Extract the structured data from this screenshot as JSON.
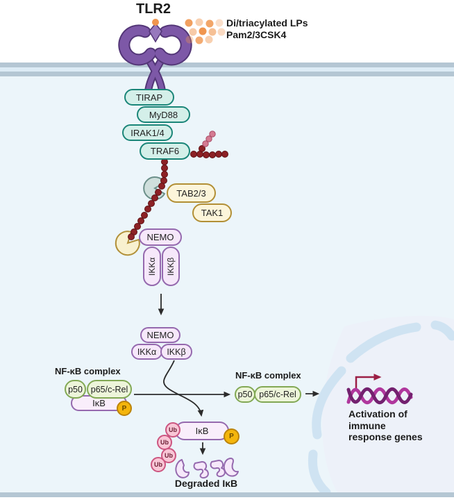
{
  "colors": {
    "bg_outside": "#ffffff",
    "cytoplasm": "#ecf5fa",
    "membrane_bar": "#b4c6d3",
    "membrane_inner": "#dcebf5",
    "teal_fill": "#d4efe9",
    "teal_border": "#1a8578",
    "tan_fill": "#fcf5da",
    "tan_border": "#b28f35",
    "purple_fill": "#f6e8fa",
    "purple_border": "#9569ae",
    "green_fill": "#edf5da",
    "green_border": "#82a854",
    "pink_fill": "#f9c6d6",
    "pink_border": "#cc5580",
    "phospho_fill": "#f4b50c",
    "phospho_border": "#bb8309",
    "bead_dark": "#8c2125",
    "bead_dark_edge": "#5f1215",
    "bead_pink": "#d47b92",
    "bead_pink_edge": "#a94b66",
    "receptor_purple": "#7d58a7",
    "receptor_outline": "#533677",
    "receptor_light": "#9779bd",
    "ligand_orange": "#f0964f",
    "pacman_teal_fill": "#cfdfdc",
    "pacman_teal_border": "#6b8f89",
    "pacman_yellow_fill": "#f8f1cf",
    "pacman_yellow_border": "#b2913a",
    "nucleus_stroke": "#cfe3f2",
    "nucleus_fill": "#edf1f9",
    "dna_dark": "#73216f",
    "dna_light": "#b0379d",
    "gene_arrow": "#9c1f45",
    "arrow": "#2b2b2b"
  },
  "receptor": {
    "title": "TLR2"
  },
  "ligand": {
    "line1": "Di/triacylated LPs",
    "line2": "Pam2/3CSK4"
  },
  "adaptors": {
    "tirap": "TIRAP",
    "myd88": "MyD88",
    "irak": "IRAK1/4",
    "traf6": "TRAF6"
  },
  "tak_complex": {
    "tab": "TAB2/3",
    "tak1": "TAK1"
  },
  "ikk_membrane": {
    "nemo": "NEMO",
    "ikka": "IKKα",
    "ikkb": "IKKβ"
  },
  "ikk_cytosol": {
    "nemo": "NEMO",
    "ikka": "IKKα",
    "ikkb": "IKKβ"
  },
  "nfkb_left": {
    "label": "NF-κB complex",
    "p50": "p50",
    "p65": "p65/c-Rel",
    "ikb": "IκB",
    "phospho": "P"
  },
  "nfkb_right": {
    "label": "NF-κB complex",
    "p50": "p50",
    "p65": "p65/c-Rel"
  },
  "degradation": {
    "ikb": "IκB",
    "phospho": "P",
    "ub": "Ub",
    "label": "Degraded IκB"
  },
  "nucleus": {
    "gene_label_line1": "Activation of",
    "gene_label_line2": "immune",
    "gene_label_line3": "response genes"
  }
}
